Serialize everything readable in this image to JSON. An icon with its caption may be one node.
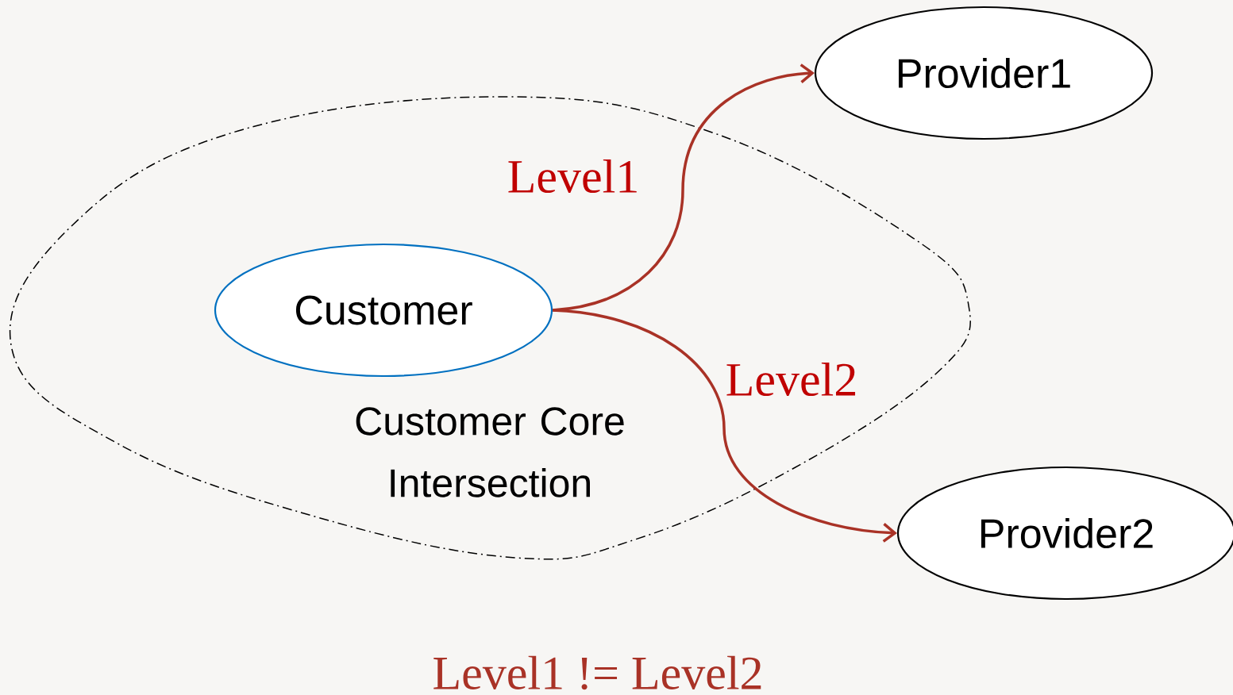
{
  "diagram": {
    "nodes": [
      {
        "text": [
          "Customer Core Intersection"
        ]
      },
      {
        "text": [
          "Customer"
        ],
        "in": 0
      },
      {
        "text": [
          "Provider1"
        ]
      },
      {
        "text": [
          "Provider2"
        ]
      }
    ],
    "edges": [
      {
        "from": 1,
        "to": 2,
        "arrow": "to",
        "label": "Level1"
      },
      {
        "from": 1,
        "to": 3,
        "arrow": "to",
        "label": "Level2"
      }
    ],
    "labels": [
      "Level1 != Level2"
    ]
  }
}
